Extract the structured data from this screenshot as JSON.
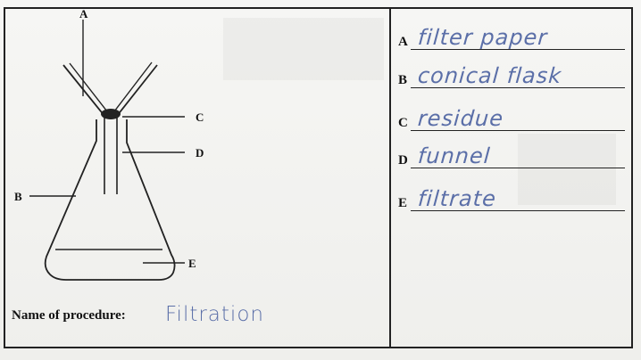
{
  "labels": {
    "a": "A",
    "b": "B",
    "c": "C",
    "d": "D",
    "e": "E"
  },
  "answers": [
    {
      "key": "A",
      "text": "filter paper"
    },
    {
      "key": "B",
      "text": "conical flask"
    },
    {
      "key": "C",
      "text": "residue"
    },
    {
      "key": "D",
      "text": "funnel"
    },
    {
      "key": "E",
      "text": "filtrate"
    }
  ],
  "procedure": {
    "label": "Name of procedure:",
    "answer": "Filtration"
  },
  "colors": {
    "ink": "#222222",
    "handwriting": "#5b6fa8"
  }
}
